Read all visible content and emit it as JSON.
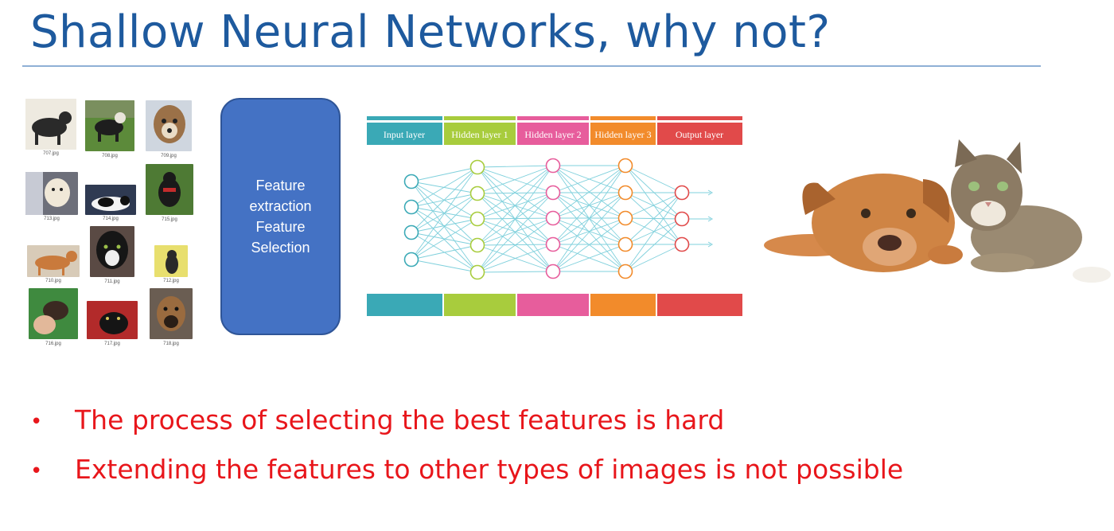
{
  "slide": {
    "title": "Shallow Neural Networks, why not?",
    "feature_box": {
      "lines": [
        "Feature",
        "extraction",
        "Feature",
        "Selection"
      ]
    },
    "thumbnails": [
      {
        "caption": "707.jpg",
        "bg": "#6f7a58"
      },
      {
        "caption": "708.jpg",
        "bg": "#5c8a3a"
      },
      {
        "caption": "709.jpg",
        "bg": "#a38b6d"
      },
      {
        "caption": "713.jpg",
        "bg": "#8d8f99"
      },
      {
        "caption": "714.jpg",
        "bg": "#3c3f46"
      },
      {
        "caption": "715.jpg",
        "bg": "#4e7a34"
      },
      {
        "caption": "710.jpg",
        "bg": "#c58a53"
      },
      {
        "caption": "711.jpg",
        "bg": "#2d2a28"
      },
      {
        "caption": "712.jpg",
        "bg": "#e3dc6b"
      },
      {
        "caption": "716.jpg",
        "bg": "#3f8a3f"
      },
      {
        "caption": "717.jpg",
        "bg": "#b22a2a"
      },
      {
        "caption": "718.jpg",
        "bg": "#7a6a5a"
      }
    ],
    "network": {
      "layers": [
        {
          "label": "Input layer",
          "color": "#3aa9b6"
        },
        {
          "label": "Hidden layer 1",
          "color": "#a8cc3d"
        },
        {
          "label": "Hidden layer 2",
          "color": "#e75d9c"
        },
        {
          "label": "Hidden layer 3",
          "color": "#f28b2b"
        },
        {
          "label": "Output layer",
          "color": "#e14a4a"
        }
      ]
    },
    "bullets": [
      "The process of selecting the best features is hard",
      "Extending the features to other types of images is not possible"
    ],
    "colors": {
      "title": "#1e5a9e",
      "bullet_text": "#e8161b",
      "feature_box": "#4472c4"
    }
  }
}
